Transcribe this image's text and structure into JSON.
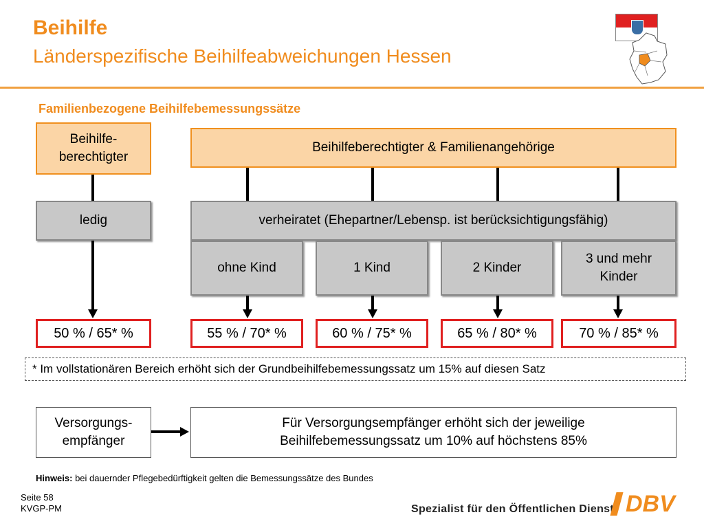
{
  "header": {
    "title": "Beihilfe",
    "subtitle": "Länderspezifische Beihilfeabweichungen Hessen"
  },
  "section_title": "Familienbezogene Beihilfebemessungssätze",
  "boxes": {
    "beihilfeberechtigter": "Beihilfe-\nberechtigter",
    "familie": "Beihilfeberechtigter & Familienangehörige",
    "ledig": "ledig",
    "verheiratet": "verheiratet (Ehepartner/Lebensp. ist berücksichtigungsfähig)",
    "ohne_kind": "ohne Kind",
    "ein_kind": "1 Kind",
    "zwei_kinder": "2 Kinder",
    "drei_kinder": "3 und mehr\nKinder"
  },
  "rates": [
    "50 % / 65* %",
    "55 % / 70* %",
    "60 % / 75* %",
    "65 % / 80* %",
    "70 % / 85* %"
  ],
  "footnote": "*  Im vollstationären Bereich erhöht sich der Grundbeihilfebemessungssatz um 15% auf diesen Satz",
  "versorgung": {
    "label": "Versorgungs-\nempfänger",
    "text": "Für Versorgungsempfänger erhöht sich der jeweilige\nBeihilfebemessungssatz um 10% auf höchstens 85%"
  },
  "hinweis": {
    "label": "Hinweis:",
    "text": " bei dauernder Pflegebedürftigkeit gelten die Bemessungssätze des Bundes"
  },
  "page": {
    "seite": "Seite 58",
    "code": "KVGP-PM"
  },
  "footer": {
    "slogan": "Spezialist für den Öffentlichen Dienst.",
    "logo": "DBV"
  },
  "colors": {
    "accent": "#f08c1e",
    "box_orange": "#fbd5a6",
    "box_grey": "#c8c8c8",
    "rate_border": "#e02020"
  }
}
